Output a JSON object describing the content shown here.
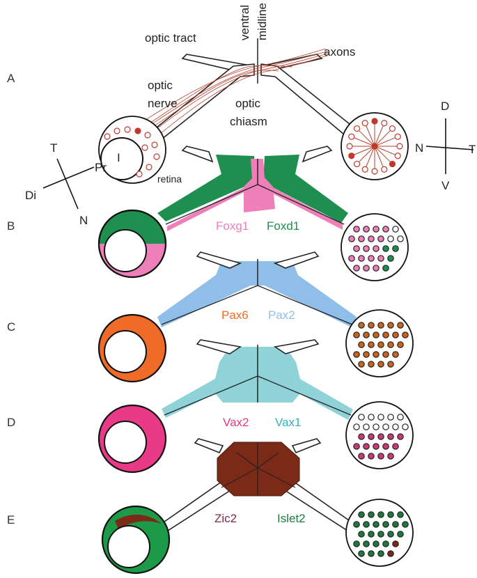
{
  "colors": {
    "foxg1": "#ef7fb8",
    "foxd1": "#1f8f50",
    "pax6": "#ef6c28",
    "pax2": "#8fbfe8",
    "vax2": "#e83a86",
    "vax1": "#8fd3d9",
    "zic2": "#7a2a16",
    "islet2": "#1d7a3e",
    "axon": "#b5412a",
    "retina_dot": "#c0392b"
  },
  "panel_a": {
    "letter": "A",
    "optic_tract": "optic tract",
    "ventral": "ventral",
    "midline": "midline",
    "axons": "axons",
    "optic": "optic",
    "nerve": "nerve",
    "chiasm_optic": "optic",
    "chiasm": "chiasm",
    "retina": "retina",
    "axis_t": "T",
    "axis_pr": "Pr",
    "axis_di": "Di",
    "axis_n": "N",
    "axis_i": "I",
    "axis_d": "D",
    "axis_v": "V",
    "axis_n2": "N",
    "axis_t2": "T"
  },
  "panel_b": {
    "letter": "B",
    "gene_left": "Foxg1",
    "gene_right": "Foxd1"
  },
  "panel_c": {
    "letter": "C",
    "gene_left": "Pax6",
    "gene_right": "Pax2"
  },
  "panel_d": {
    "letter": "D",
    "gene_left": "Vax2",
    "gene_right": "Vax1"
  },
  "panel_e": {
    "letter": "E",
    "gene_left": "Zic2",
    "gene_right": "Islet2"
  }
}
